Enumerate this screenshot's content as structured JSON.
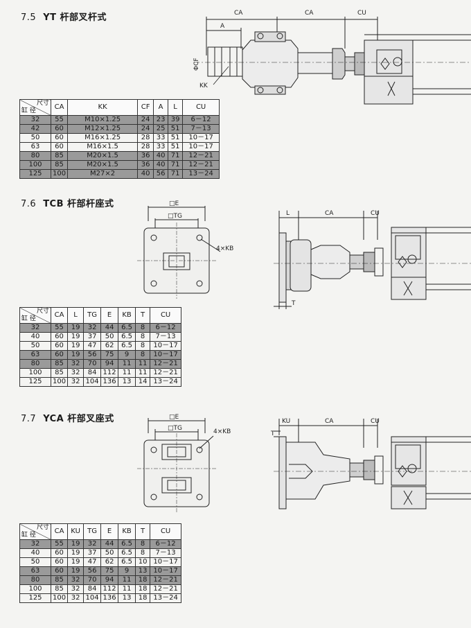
{
  "sections": [
    {
      "number": "7.5",
      "title": "YT 杆部叉杆式",
      "table": {
        "corner_top": "尺寸",
        "corner_bottom": "缸 径",
        "columns": [
          "CA",
          "KK",
          "CF",
          "A",
          "L",
          "CU"
        ],
        "rows": [
          [
            "32",
            "55",
            "M10×1.25",
            "24",
            "23",
            "39",
            "6－12"
          ],
          [
            "42",
            "60",
            "M12×1.25",
            "24",
            "25",
            "51",
            "7－13"
          ],
          [
            "50",
            "60",
            "M16×1.25",
            "28",
            "33",
            "51",
            "10－17"
          ],
          [
            "63",
            "60",
            "M16×1.5",
            "28",
            "33",
            "51",
            "10－17"
          ],
          [
            "80",
            "85",
            "M20×1.5",
            "36",
            "40",
            "71",
            "12－21"
          ],
          [
            "100",
            "85",
            "M20×1.5",
            "36",
            "40",
            "71",
            "12－21"
          ],
          [
            "125",
            "100",
            "M27×2",
            "40",
            "56",
            "71",
            "13－24"
          ]
        ],
        "shaded_rows": [
          0,
          1,
          4,
          5,
          6
        ]
      },
      "drawing_labels": {
        "ca1": "CA",
        "ca2": "CA",
        "cu": "CU",
        "a": "A",
        "cf": "ΦCF",
        "kk": "KK"
      }
    },
    {
      "number": "7.6",
      "title": "TCB 杆部杆座式",
      "table": {
        "corner_top": "尺寸",
        "corner_bottom": "缸 径",
        "columns": [
          "CA",
          "L",
          "TG",
          "E",
          "KB",
          "T",
          "CU"
        ],
        "rows": [
          [
            "32",
            "55",
            "19",
            "32",
            "44",
            "6.5",
            "8",
            "6－12"
          ],
          [
            "40",
            "60",
            "19",
            "37",
            "50",
            "6.5",
            "8",
            "7－13"
          ],
          [
            "50",
            "60",
            "19",
            "47",
            "62",
            "6.5",
            "8",
            "10－17"
          ],
          [
            "63",
            "60",
            "19",
            "56",
            "75",
            "9",
            "8",
            "10－17"
          ],
          [
            "80",
            "85",
            "32",
            "70",
            "94",
            "11",
            "11",
            "12－21"
          ],
          [
            "100",
            "85",
            "32",
            "84",
            "112",
            "11",
            "11",
            "12－21"
          ],
          [
            "125",
            "100",
            "32",
            "104",
            "136",
            "13",
            "14",
            "13－24"
          ]
        ],
        "shaded_rows": [
          0,
          3,
          4
        ]
      },
      "drawing_labels": {
        "e": "□E",
        "tg": "□TG",
        "kb": "4×KB",
        "l": "L",
        "ca": "CA",
        "cu": "CU",
        "t": "T"
      }
    },
    {
      "number": "7.7",
      "title": "YCA 杆部叉座式",
      "table": {
        "corner_top": "尺寸",
        "corner_bottom": "缸 径",
        "columns": [
          "CA",
          "KU",
          "TG",
          "E",
          "KB",
          "T",
          "CU"
        ],
        "rows": [
          [
            "32",
            "55",
            "19",
            "32",
            "44",
            "6.5",
            "8",
            "6－12"
          ],
          [
            "40",
            "60",
            "19",
            "37",
            "50",
            "6.5",
            "8",
            "7－13"
          ],
          [
            "50",
            "60",
            "19",
            "47",
            "62",
            "6.5",
            "10",
            "10－17"
          ],
          [
            "63",
            "60",
            "19",
            "56",
            "75",
            "9",
            "13",
            "10－17"
          ],
          [
            "80",
            "85",
            "32",
            "70",
            "94",
            "11",
            "18",
            "12－21"
          ],
          [
            "100",
            "85",
            "32",
            "84",
            "112",
            "11",
            "18",
            "12－21"
          ],
          [
            "125",
            "100",
            "32",
            "104",
            "136",
            "13",
            "18",
            "13－24"
          ]
        ],
        "shaded_rows": [
          0,
          3,
          4
        ]
      },
      "drawing_labels": {
        "e": "□E",
        "tg": "□TG",
        "kb": "4×KB",
        "ku": "KU",
        "ca": "CA",
        "cu": "CU",
        "t": "T"
      }
    }
  ]
}
